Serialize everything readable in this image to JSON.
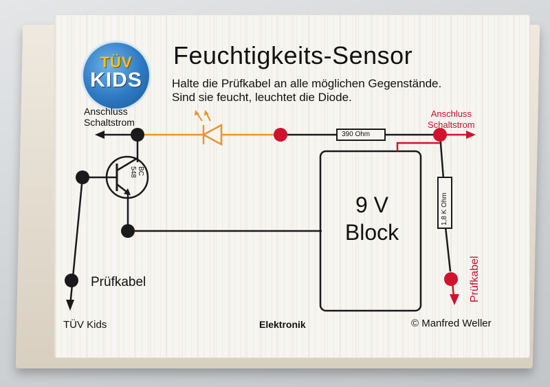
{
  "logo": {
    "line1": "TÜV",
    "line2": "KIDS"
  },
  "title": "Feuchtigkeits-Sensor",
  "description": {
    "line1": "Halte die Prüfkabel an alle möglichen Gegenstände.",
    "line2": "Sind sie feucht, leuchtet die Diode."
  },
  "labels": {
    "anschluss_left_1": "Anschluss",
    "anschluss_left_2": "Schaltstrom",
    "anschluss_right_1": "Anschluss",
    "anschluss_right_2": "Schaltstrom",
    "transistor_1": "BC",
    "transistor_2": "548",
    "resistor_top": "390 Ohm",
    "resistor_right": "1,8 K Ohm",
    "battery_1": "9 V",
    "battery_2": "Block",
    "pruefkabel_left": "Prüfkabel",
    "pruefkabel_right": "Prüfkabel"
  },
  "footer": {
    "left": "TÜV Kids",
    "center": "Elektronik",
    "right": "© Manfred Weller"
  },
  "colors": {
    "wire": "#1a1a1a",
    "led_wire": "#e8952e",
    "terminal_red": "#d0122c",
    "text_red": "#c8102e",
    "logo_blue": "#2d79c2"
  }
}
